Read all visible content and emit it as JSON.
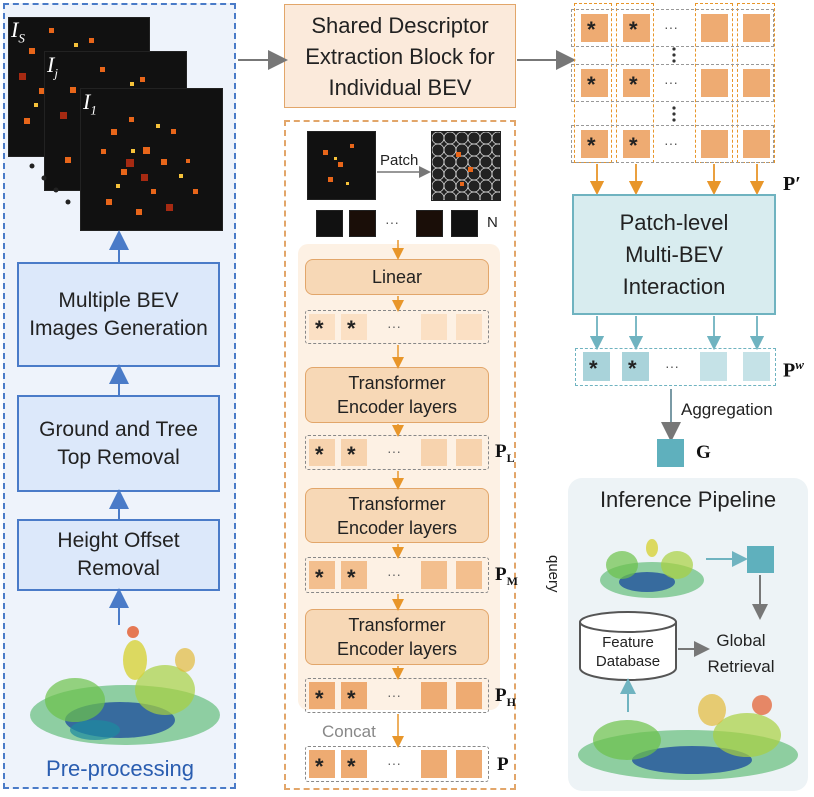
{
  "colors": {
    "blue_border": "#4a7bc8",
    "blue_fill": "#dce8fa",
    "orange_border": "#e2a66a",
    "orange_fill": "#f7d8b6",
    "teal_border": "#6fb3c0",
    "teal_fill": "#d8ecef",
    "arrow_orange": "#e8962a",
    "arrow_gray": "#777777"
  },
  "preprocessing": {
    "title": "Pre-processing",
    "step_multiple": "Multiple BEV Images Generation",
    "step_ground": "Ground and Tree Top Removal",
    "step_height": "Height Offset Removal",
    "bev_label_s": "I",
    "bev_label_s_sub": "S",
    "bev_label_j": "I",
    "bev_label_j_sub": "j",
    "bev_label_1": "I",
    "bev_label_1_sub": "1"
  },
  "shared": {
    "title": "Shared Descriptor Extraction Block for Individual BEV",
    "patch_label": "Patch",
    "n_label": "N",
    "linear": "Linear",
    "transformer": "Transformer Encoder layers",
    "concat": "Concat",
    "star": "*",
    "dots": "···",
    "p_l": "P",
    "p_l_sub": "L",
    "p_m": "P",
    "p_m_sub": "M",
    "p_h": "P",
    "p_h_sub": "H",
    "p": "P"
  },
  "interaction": {
    "p_prime": "P′",
    "block": "Patch-level Multi-BEV Interaction",
    "p_w": "P",
    "p_w_sup": "w",
    "aggregation": "Aggregation",
    "g": "G"
  },
  "inference": {
    "title": "Inference Pipeline",
    "query": "query",
    "database": "Feature Database",
    "retrieval": "Global Retrieval"
  }
}
